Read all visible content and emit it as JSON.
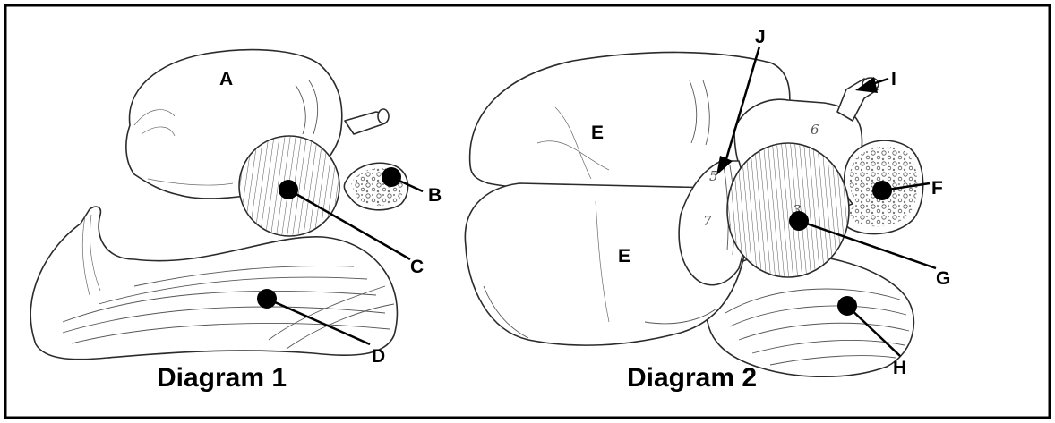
{
  "diagrams": [
    {
      "caption": "Diagram 1",
      "labels": {
        "A": "A",
        "B": "B",
        "C": "C",
        "D": "D"
      }
    },
    {
      "caption": "Diagram 2",
      "labels": {
        "E1": "E",
        "E2": "E",
        "F": "F",
        "G": "G",
        "H": "H",
        "I": "I",
        "J": "J"
      },
      "region_numbers": {
        "n6": "6",
        "n5": "5",
        "n7": "7",
        "n3": "3"
      }
    }
  ],
  "colors": {
    "ink": "#2b2b2b",
    "label": "#000000",
    "background": "#ffffff"
  }
}
